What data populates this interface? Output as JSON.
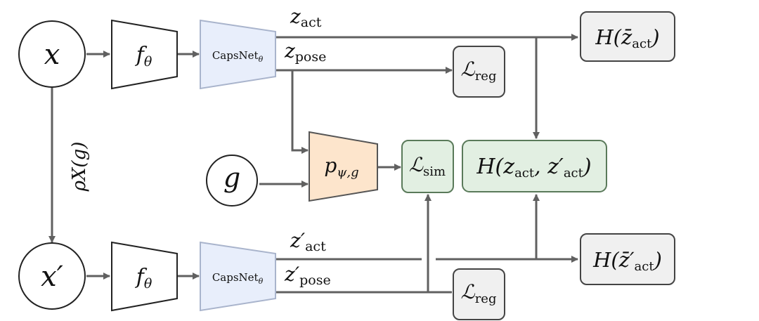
{
  "nodes": {
    "x": {
      "text": "x"
    },
    "x_prime": {
      "text": "x′"
    },
    "g": {
      "text": "g"
    }
  },
  "encoder": {
    "top": {
      "sym": "f",
      "sub": "θ"
    },
    "bottom": {
      "sym": "f",
      "sub": "θ"
    }
  },
  "capsnet": {
    "top": {
      "name": "CapsNet",
      "sub": "θ"
    },
    "bottom": {
      "name": "CapsNet",
      "sub": "θ"
    }
  },
  "predictor": {
    "sym": "p",
    "sub": "ψ,g"
  },
  "transform_label": {
    "text": "ρX(g)"
  },
  "latents": {
    "z_act": {
      "sym": "z",
      "sub": "act"
    },
    "z_pose": {
      "sym": "z",
      "sub": "pose"
    },
    "z_act_prime": {
      "sym": "z′",
      "sub": "act"
    },
    "z_pose_prime": {
      "sym": "z′",
      "sub": "pose"
    }
  },
  "losses": {
    "reg_top": {
      "sym": "ℒ",
      "sub": "reg"
    },
    "reg_bottom": {
      "sym": "ℒ",
      "sub": "reg"
    },
    "sim": {
      "sym": "ℒ",
      "sub": "sim"
    },
    "entropy_top": {
      "pre": "H(",
      "sym": "z̄",
      "sub": "act",
      "post": ")"
    },
    "entropy_bottom": {
      "pre": "H(",
      "sym": "z̄′",
      "sub": "act",
      "post": ")"
    },
    "joint": {
      "pre": "H(",
      "sym1": "z",
      "sub1": "act",
      "mid": ", ",
      "sym2": "z′",
      "sub2": "act",
      "post": ")"
    }
  },
  "colors": {
    "arrow": "#606060",
    "capsnet_fill": "#e8eefb",
    "capsnet_stroke": "#a9b4cc",
    "predictor_fill": "#fde5cc",
    "predictor_stroke": "#555555",
    "green_fill": "#e2efe2",
    "green_stroke": "#5a7a5a",
    "gray_fill": "#f0f0f0",
    "gray_stroke": "#444444"
  }
}
